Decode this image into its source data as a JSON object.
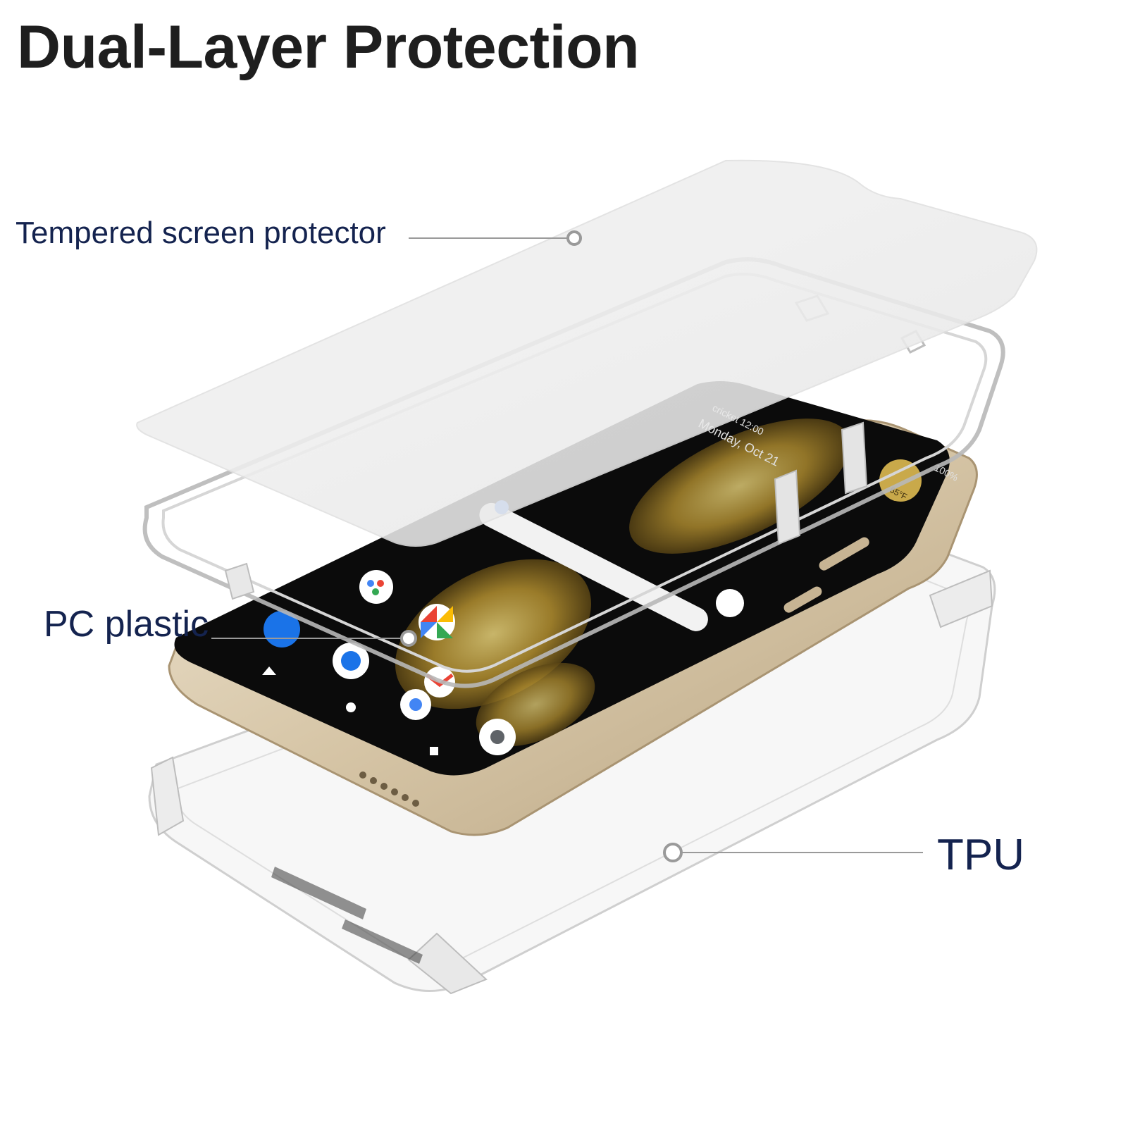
{
  "headline": "Dual-Layer Protection",
  "callouts": {
    "protector": "Tempered screen protector",
    "pc": "PC plastic",
    "tpu": "TPU"
  },
  "phone_screen": {
    "carrier": "cricket 12:00",
    "date": "Monday, Oct 21",
    "battery": "100%",
    "weather": "65°F"
  },
  "colors": {
    "label_text": "#14234f",
    "headline_text": "#1e1e1e",
    "leader_line": "#9a9a9a",
    "phone_frame": "#d8c9ad",
    "wallpaper_gold": "#c9a94a"
  },
  "icons": [
    "google-search-icon",
    "assistant-icon",
    "photos-icon",
    "phone-app-icon",
    "messages-icon",
    "gmail-icon",
    "chrome-icon",
    "camera-icon",
    "weather-icon"
  ]
}
